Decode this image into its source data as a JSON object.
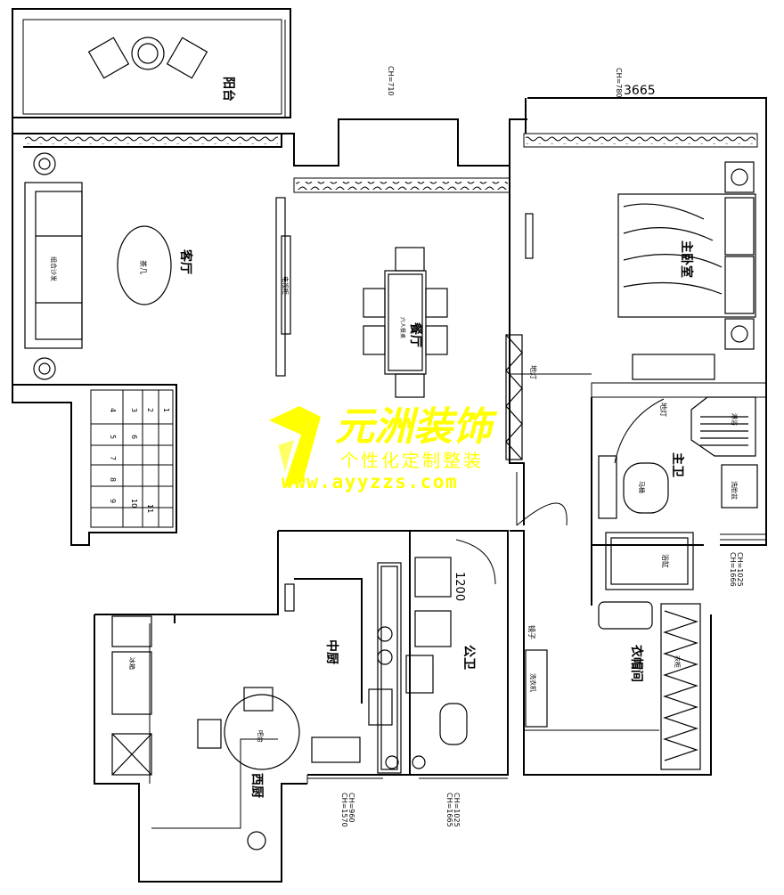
{
  "rooms": {
    "balcony": "阳台",
    "living": "客厅",
    "dining": "餐厅",
    "master_bedroom": "主卧室",
    "master_bath": "主卫",
    "cloakroom": "衣帽间",
    "chinese_kitchen": "中厨",
    "western_kitchen": "西厨",
    "public_bath": "公卫"
  },
  "dimensions": {
    "top_width": "3665",
    "door_1200": "1200",
    "ch_710": "CH=710",
    "ch_top_right": "CH=780",
    "ch_bath_right_a": "CH=1666",
    "ch_bath_right_b": "CH=1025",
    "ch_kitchen_a": "CH=1570",
    "ch_kitchen_b": "CH=960",
    "ch_pubbath_a": "CH=1665",
    "ch_pubbath_b": "CH=1025"
  },
  "furniture": {
    "coffee_table": "茶几",
    "sofa": "组合沙发",
    "tv_cabinet": "电视柜",
    "dining_table": "六人餐桌",
    "floor_lamp": "地灯",
    "floor_lamp_2": "地灯",
    "island": "吧台",
    "fridge": "冰箱",
    "mirror": "镜子",
    "wardrobe": "衣柜",
    "washer": "洗衣机",
    "bathtub": "浴缸",
    "shower": "淋浴",
    "toilet": "马桶",
    "basin": "洗脸盆"
  },
  "stairs": [
    "1",
    "2",
    "3",
    "4",
    "5",
    "6",
    "7",
    "8",
    "9",
    "10",
    "11"
  ],
  "watermark": {
    "brand": "元洲装饰",
    "slogan": "个性化定制整装",
    "url": "www.ayyzzs.com"
  },
  "colors": {
    "watermark": "#ffff00",
    "lines": "#000000"
  }
}
